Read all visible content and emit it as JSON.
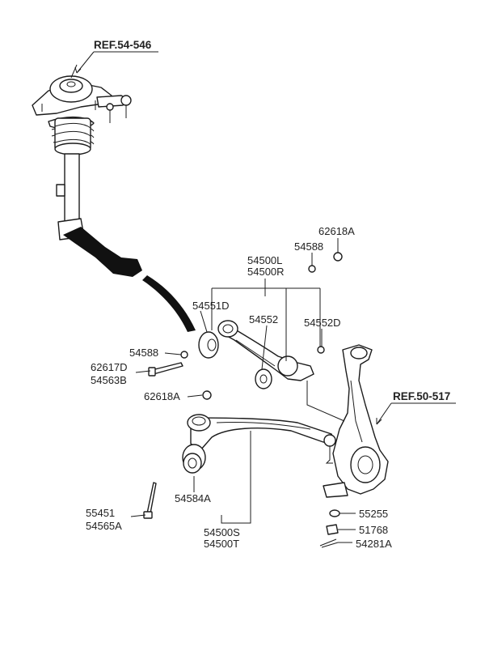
{
  "diagram": {
    "refs": {
      "strut": "REF.54-546",
      "knuckle": "REF.50-517"
    },
    "labels": {
      "p62618A_top": "62618A",
      "p54588_top": "54588",
      "p54500L": "54500L",
      "p54500R": "54500R",
      "p54551D": "54551D",
      "p54552": "54552",
      "p54552D": "54552D",
      "p54588_left": "54588",
      "p62617D": "62617D",
      "p54563B": "54563B",
      "p62618A_mid": "62618A",
      "p54584A": "54584A",
      "p55451": "55451",
      "p54565A": "54565A",
      "p54500S": "54500S",
      "p54500T": "54500T",
      "p55255": "55255",
      "p51768": "51768",
      "p54281A": "54281A"
    }
  }
}
